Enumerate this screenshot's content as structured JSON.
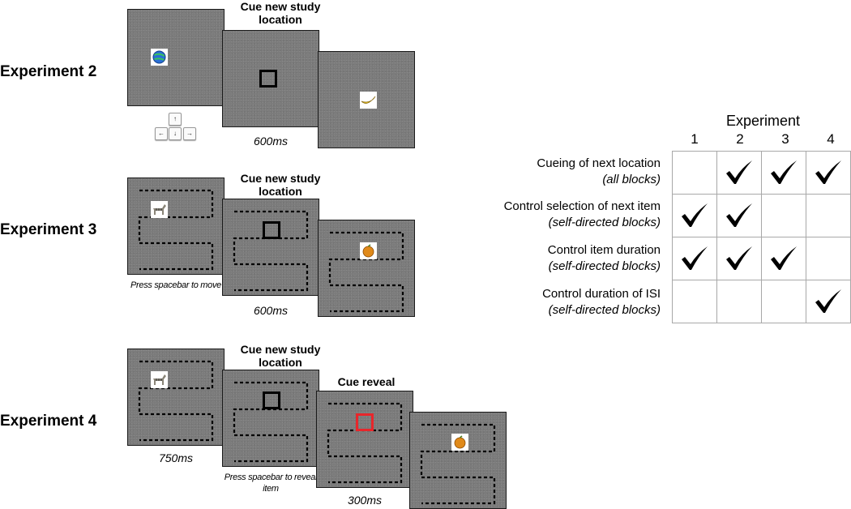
{
  "experiments": [
    {
      "label": "Experiment 2",
      "cue_caption": "Cue new study location",
      "keys": [
        "↑",
        "←",
        "↓",
        "→"
      ],
      "timing": "600ms"
    },
    {
      "label": "Experiment 3",
      "cue_caption": "Cue new study location",
      "instruction": "Press spacebar to move",
      "timing": "600ms"
    },
    {
      "label": "Experiment 4",
      "cue_caption": "Cue new study location",
      "timing_first": "750ms",
      "instruction": "Press spacebar to reveal item",
      "reveal_caption": "Cue reveal",
      "timing_reveal": "300ms"
    }
  ],
  "table": {
    "header": "Experiment",
    "columns": [
      "1",
      "2",
      "3",
      "4"
    ],
    "rows": [
      {
        "label": "Cueing of next location",
        "sub": "(all blocks)",
        "checks": [
          false,
          true,
          true,
          true
        ]
      },
      {
        "label": "Control selection of next item",
        "sub": "(self-directed blocks)",
        "checks": [
          true,
          true,
          false,
          false
        ]
      },
      {
        "label": "Control item duration",
        "sub": "(self-directed blocks)",
        "checks": [
          true,
          true,
          true,
          false
        ]
      },
      {
        "label": "Control duration of ISI",
        "sub": "(self-directed blocks)",
        "checks": [
          false,
          false,
          false,
          true
        ]
      }
    ]
  },
  "icons": {
    "item_1": "planet-icon",
    "item_2": "banana-icon",
    "item_3": "zebra-icon",
    "item_4": "orange-icon",
    "check": "checkmark-icon"
  },
  "colors": {
    "screen": "#7b7b7b",
    "red_cue": "#e8262b",
    "grid": "#a8a8a8"
  }
}
